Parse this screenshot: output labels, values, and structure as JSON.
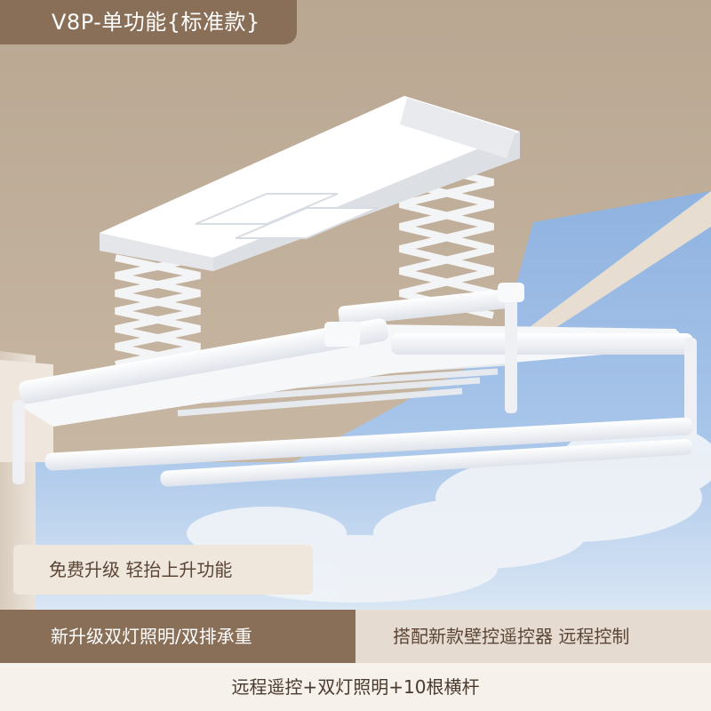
{
  "title": "V8P-单功能{标准款}",
  "promo": "免费升级 轻抬上升功能",
  "feature_left": "新升级双灯照明/双排承重",
  "feature_right": "搭配新款壁控遥控器 远程控制",
  "bottom_line": "远程遥控+双灯照明+10根横杆",
  "colors": {
    "brand_brown": "#8a6f58",
    "light_beige": "#efe6dc",
    "right_panel": "#e5dbd0",
    "bottom_panel": "#f6f1eb",
    "sky_blue": "#a8c4e6"
  }
}
